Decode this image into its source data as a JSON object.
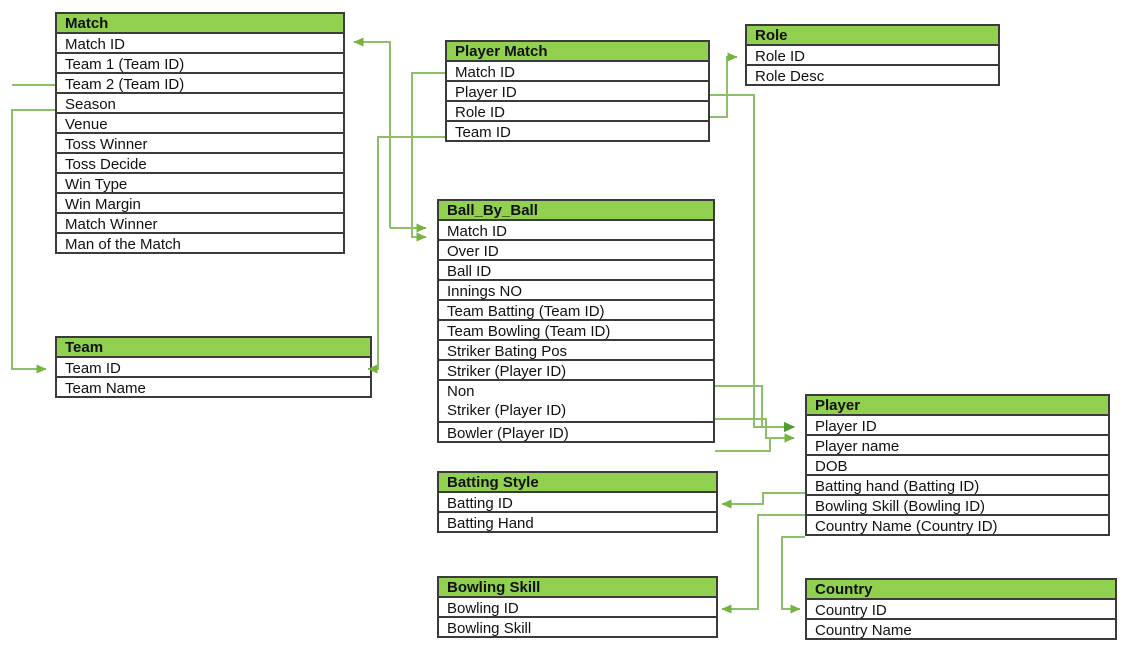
{
  "diagram_type": "entity-relationship-diagram",
  "colors": {
    "header_fill": "#92d050",
    "cell_fill": "#ffffff",
    "border": "#3b3b3b",
    "connector": "#8cc06a",
    "arrow_light": "#76b43f",
    "arrow_dark": "#4f9a2c",
    "background": "#ffffff",
    "text": "#111111"
  },
  "entities": [
    {
      "id": "match",
      "label": "Match",
      "fields": [
        "Match ID",
        "Team 1 (Team ID)",
        "Team 2 (Team ID)",
        "Season",
        "Venue",
        "Toss Winner",
        "Toss Decide",
        "Win Type",
        "Win Margin",
        "Match Winner",
        "Man of the Match"
      ]
    },
    {
      "id": "team",
      "label": "Team",
      "fields": [
        "Team ID",
        "Team Name"
      ]
    },
    {
      "id": "player-match",
      "label": "Player Match",
      "fields": [
        "Match ID",
        "Player ID",
        "Role ID",
        "Team ID"
      ]
    },
    {
      "id": "role",
      "label": "Role",
      "fields": [
        "Role ID",
        "Role Desc"
      ]
    },
    {
      "id": "ball-by-ball",
      "label": "Ball_By_Ball",
      "fields": [
        "Match ID",
        "Over ID",
        "Ball ID",
        "Innings NO",
        "Team Batting (Team ID)",
        "Team Bowling (Team ID)",
        "Striker Bating Pos",
        "Striker (Player ID)",
        "Non\n Striker (Player ID)",
        "Bowler (Player ID)"
      ]
    },
    {
      "id": "batting-style",
      "label": "Batting Style",
      "fields": [
        "Batting ID",
        "Batting Hand"
      ]
    },
    {
      "id": "bowling-skill",
      "label": "Bowling Skill",
      "fields": [
        "Bowling ID",
        "Bowling Skill"
      ]
    },
    {
      "id": "player",
      "label": "Player",
      "fields": [
        "Player ID",
        "Player name",
        "DOB",
        "Batting hand (Batting ID)",
        "Bowling Skill (Bowling ID)",
        "Country Name (Country ID)"
      ]
    },
    {
      "id": "country",
      "label": "Country",
      "fields": [
        "Country ID",
        "Country Name"
      ]
    }
  ],
  "relations": [
    {
      "from": "Match.Team 1 / Team 2 (Team ID)",
      "to": "Team.Team ID"
    },
    {
      "from": "Player Match.Match ID",
      "to": "Match.Match ID"
    },
    {
      "from": "Player Match.Match ID",
      "to": "Ball_By_Ball.Match ID"
    },
    {
      "from": "Player Match.Role ID",
      "to": "Role.Role ID"
    },
    {
      "from": "Player Match.Player ID",
      "to": "Player.Player ID"
    },
    {
      "from": "Player Match.Team ID",
      "to": "Team.Team ID"
    },
    {
      "from": "Ball_By_Ball.Striker (Player ID)",
      "to": "Player.Player ID"
    },
    {
      "from": "Ball_By_Ball.Non Striker (Player ID)",
      "to": "Player.Player ID"
    },
    {
      "from": "Ball_By_Ball.Bowler (Player ID)",
      "to": "Player.Player ID"
    },
    {
      "from": "Player.Batting hand (Batting ID)",
      "to": "Batting Style.Batting ID"
    },
    {
      "from": "Player.Bowling Skill (Bowling ID)",
      "to": "Bowling Skill.Bowling ID"
    },
    {
      "from": "Player.Country Name (Country ID)",
      "to": "Country.Country ID"
    }
  ]
}
